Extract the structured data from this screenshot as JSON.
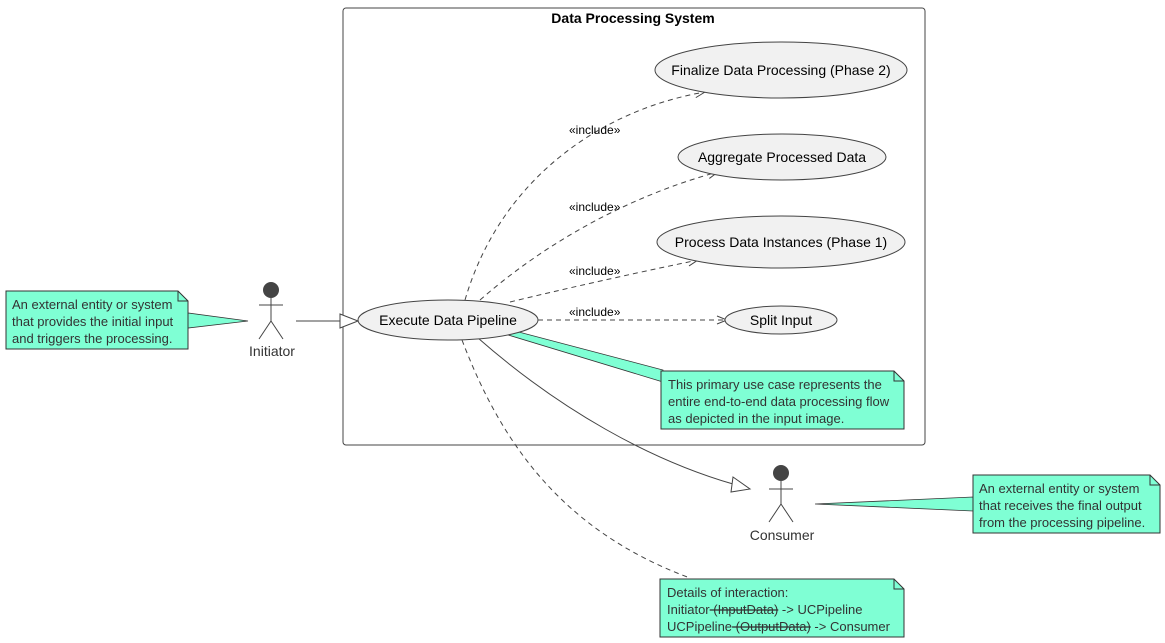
{
  "system": {
    "title": "Data Processing System"
  },
  "use_cases": {
    "pipeline": "Execute Data Pipeline",
    "finalize": "Finalize Data Processing (Phase 2)",
    "aggregate": "Aggregate Processed Data",
    "process": "Process Data Instances (Phase 1)",
    "split": "Split Input"
  },
  "relations": {
    "include": "«include»"
  },
  "actors": {
    "initiator": "Initiator",
    "consumer": "Consumer"
  },
  "notes": {
    "initiator": [
      "An external entity or system",
      "that provides the initial input",
      "and triggers the processing."
    ],
    "pipeline": [
      "This primary use case represents the",
      "entire end-to-end data processing flow",
      "as depicted in the input image."
    ],
    "consumer": [
      "An external entity or system",
      "that receives the final output",
      "from the processing pipeline."
    ],
    "interaction": {
      "title": "Details of interaction:",
      "line1": {
        "from": "Initiator",
        "data": " (InputData)",
        "arrow": " -> ",
        "to": "UCPipeline"
      },
      "line2": {
        "from": "UCPipeline",
        "data": " (OutputData)",
        "arrow": " -> ",
        "to": "Consumer"
      }
    }
  },
  "colors": {
    "note_fill": "#7FFFD4",
    "usecase_fill": "#F1F1F1",
    "actor_fill": "#444444",
    "line": "#444444"
  }
}
